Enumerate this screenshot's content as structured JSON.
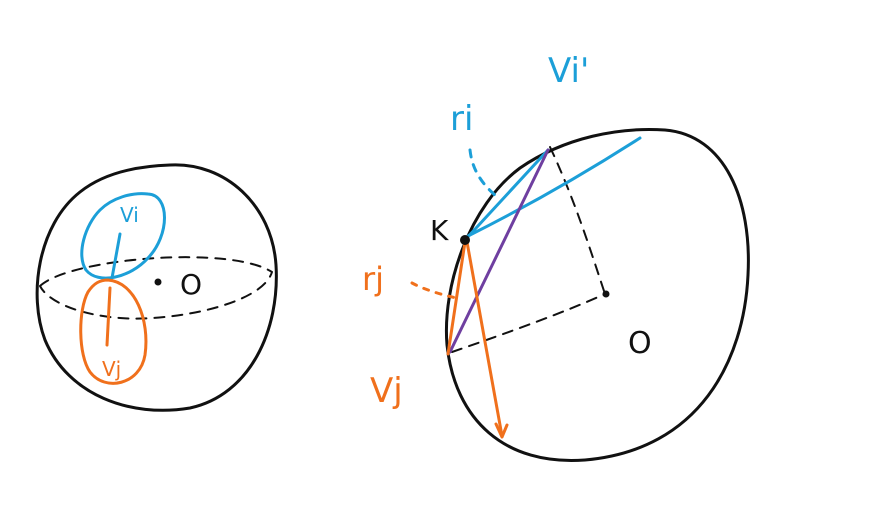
{
  "colors": {
    "ink": "#111111",
    "blue": "#1c9fd8",
    "orange": "#f0701c",
    "purple": "#6f3fa0"
  },
  "left_sphere": {
    "center_label": "O",
    "region_i_label": "Vi",
    "region_j_label": "Vj"
  },
  "right_sphere": {
    "center_label": "O",
    "point_k_label": "K",
    "vi_label": "Vi'",
    "vj_label": "Vj",
    "ri_label": "ri",
    "rj_label": "rj"
  }
}
